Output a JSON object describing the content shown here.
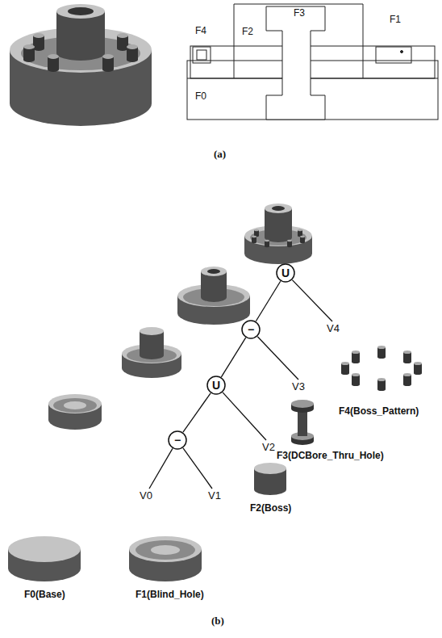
{
  "diagram": {
    "nodes": [
      {
        "text": [
          "U"
        ]
      },
      {
        "text": [
          "−"
        ]
      },
      {
        "text": [
          "U"
        ]
      },
      {
        "text": [
          "−"
        ]
      },
      {
        "text": [
          "V4",
          "F4(Boss_Pattern)"
        ]
      },
      {
        "text": [
          "V3",
          "F3(DCBore_Thru_Hole)"
        ]
      },
      {
        "text": [
          "V2",
          "F2(Boss)"
        ]
      },
      {
        "text": [
          "V0",
          "F0(Base)"
        ]
      },
      {
        "text": [
          "V1",
          "F1(Blind_Hole)"
        ]
      }
    ],
    "edges": [
      {
        "from": 0,
        "to": 1,
        "arrow": "none"
      },
      {
        "from": 0,
        "to": 4,
        "arrow": "none"
      },
      {
        "from": 1,
        "to": 2,
        "arrow": "none"
      },
      {
        "from": 1,
        "to": 5,
        "arrow": "none"
      },
      {
        "from": 2,
        "to": 3,
        "arrow": "none"
      },
      {
        "from": 2,
        "to": 6,
        "arrow": "none"
      },
      {
        "from": 3,
        "to": 7,
        "arrow": "none"
      },
      {
        "from": 3,
        "to": 8,
        "arrow": "none"
      }
    ],
    "labels": [
      "F4",
      "F3",
      "F2",
      "F1",
      "F0",
      "(a)",
      "(b)"
    ]
  }
}
